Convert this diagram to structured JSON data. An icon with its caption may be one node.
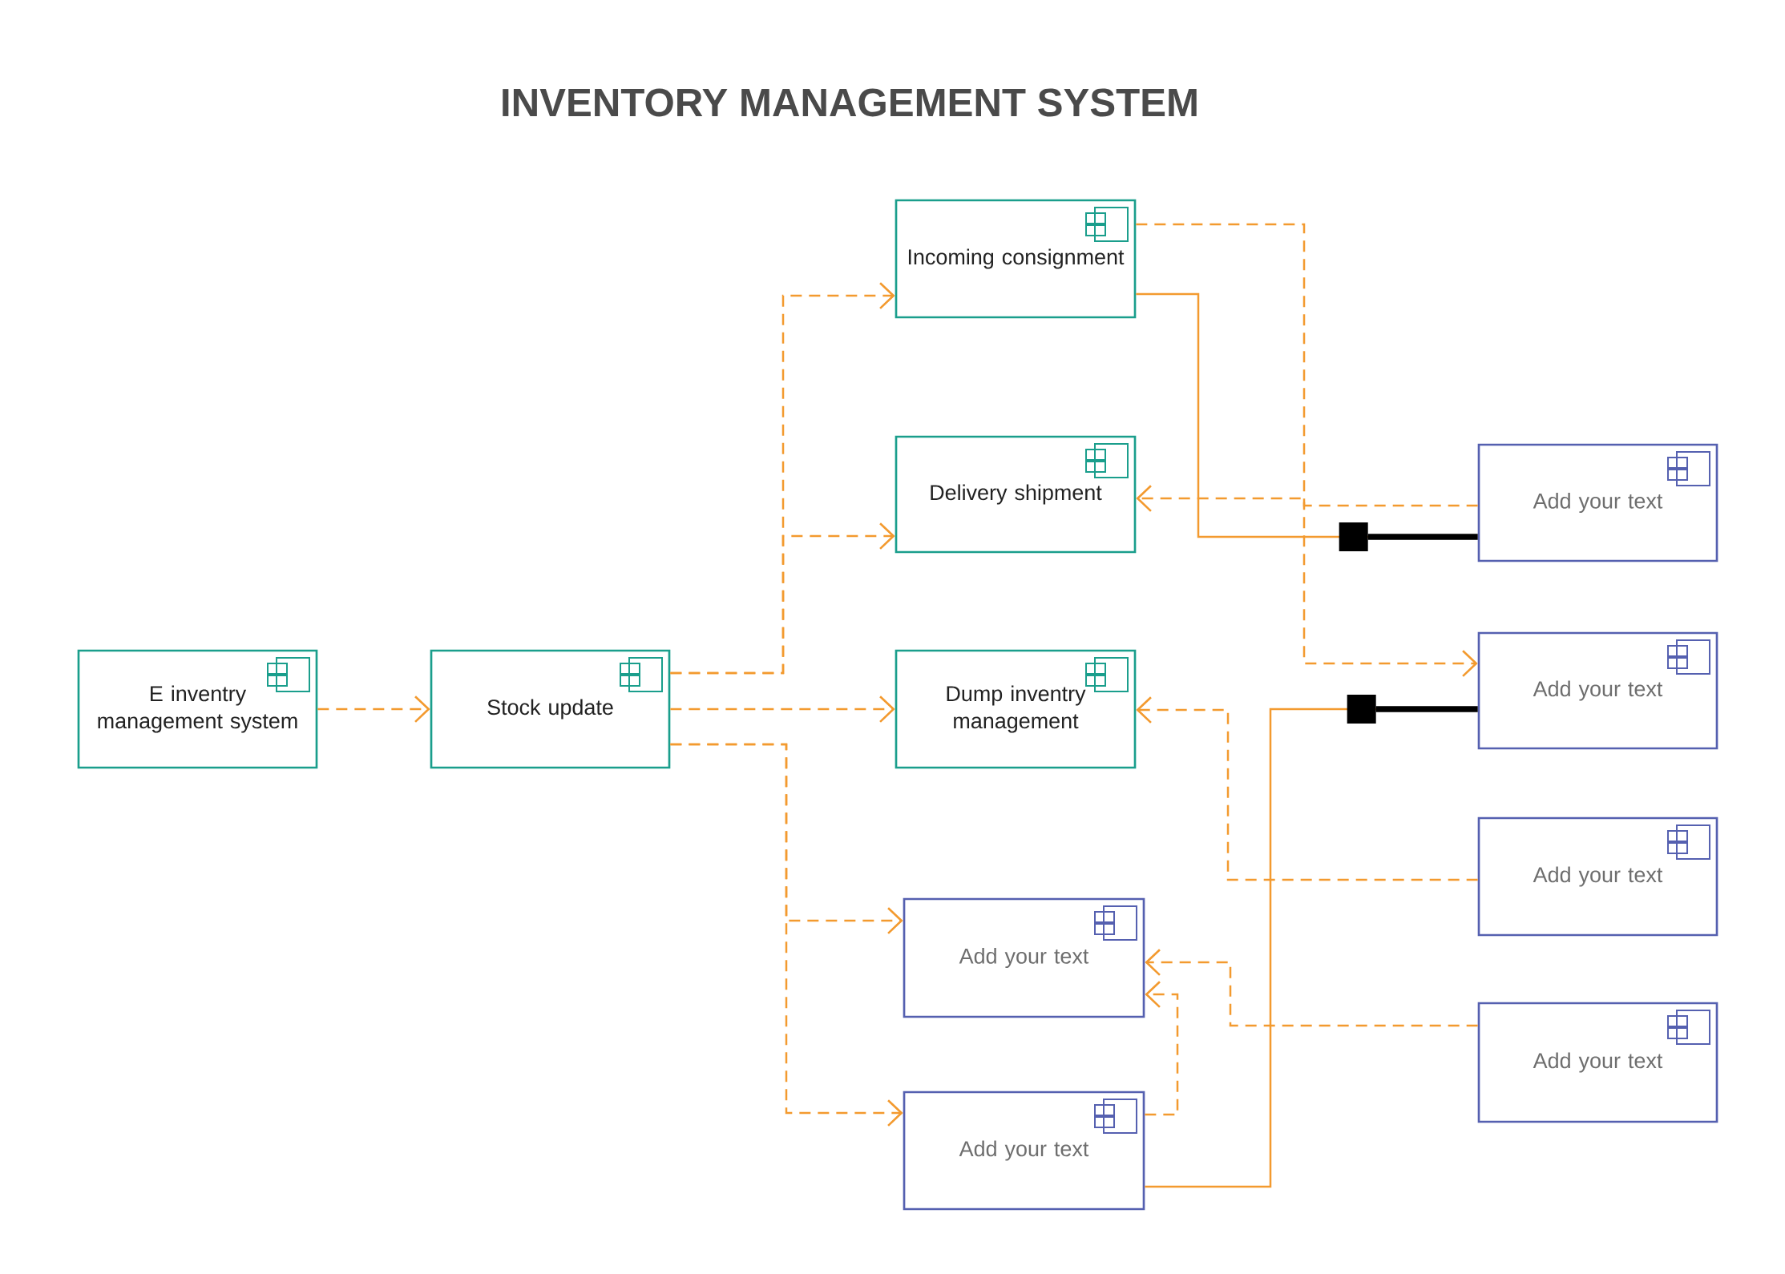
{
  "diagram": {
    "title": "INVENTORY MANAGEMENT SYSTEM",
    "nodes": [
      {
        "text": [
          "E inventry management system"
        ]
      },
      {
        "text": [
          "Stock update"
        ]
      },
      {
        "text": [
          "Incoming consignment"
        ]
      },
      {
        "text": [
          "Delivery shipment"
        ]
      },
      {
        "text": [
          "Dump inventry management"
        ]
      },
      {
        "text": [
          "Add your text"
        ]
      },
      {
        "text": [
          "Add your text"
        ]
      },
      {
        "text": [
          "Add your text"
        ]
      },
      {
        "text": [
          "Add your text"
        ]
      },
      {
        "text": [
          "Add your text"
        ]
      },
      {
        "text": [
          "Add your text"
        ]
      }
    ],
    "edges": [
      {
        "from": 0,
        "to": 1,
        "arrow": "to",
        "style": "dashed"
      },
      {
        "from": 1,
        "to": 2,
        "arrow": "to",
        "style": "dashed"
      },
      {
        "from": 1,
        "to": 3,
        "arrow": "to",
        "style": "dashed"
      },
      {
        "from": 1,
        "to": 4,
        "arrow": "to",
        "style": "dashed"
      },
      {
        "from": 1,
        "to": 5,
        "arrow": "to",
        "style": "dashed"
      },
      {
        "from": 1,
        "to": 6,
        "arrow": "to",
        "style": "dashed"
      },
      {
        "from": 2,
        "to": 8,
        "arrow": "to",
        "style": "dashed"
      },
      {
        "from": 7,
        "to": 3,
        "arrow": "to",
        "style": "dashed"
      },
      {
        "from": 2,
        "to": 7,
        "arrow": "other"
      },
      {
        "from": 9,
        "to": 4,
        "arrow": "to",
        "style": "dashed"
      },
      {
        "from": 10,
        "to": 5,
        "arrow": "to",
        "style": "dashed"
      },
      {
        "from": 6,
        "to": 5,
        "arrow": "to",
        "style": "dashed"
      },
      {
        "from": 6,
        "to": 8,
        "arrow": "other"
      }
    ]
  }
}
